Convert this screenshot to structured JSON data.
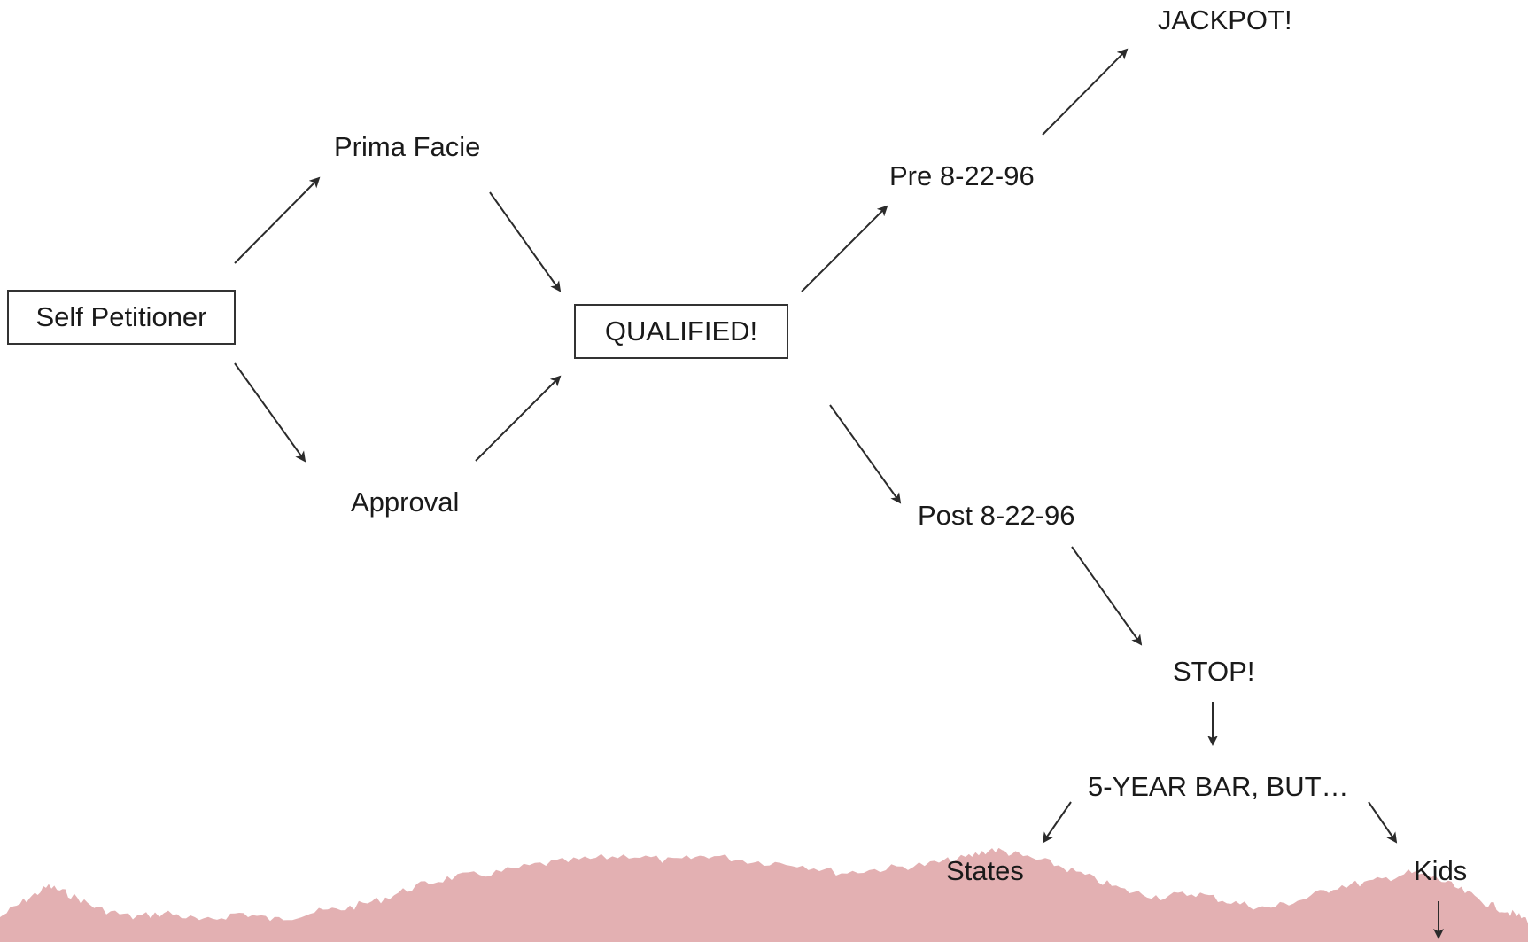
{
  "nodes": {
    "self_petitioner": "Self Petitioner",
    "prima_facie": "Prima Facie",
    "approval": "Approval",
    "qualified": "QUALIFIED!",
    "pre_date": "Pre 8-22-96",
    "jackpot": "JACKPOT!",
    "post_date": "Post 8-22-96",
    "stop": "STOP!",
    "five_year_bar": "5-YEAR BAR, BUT…",
    "states": "States",
    "kids": "Kids"
  },
  "colors": {
    "text": "#1a1a1a",
    "arrow": "#2b2b2b",
    "terrain": "#e3b0b2"
  }
}
